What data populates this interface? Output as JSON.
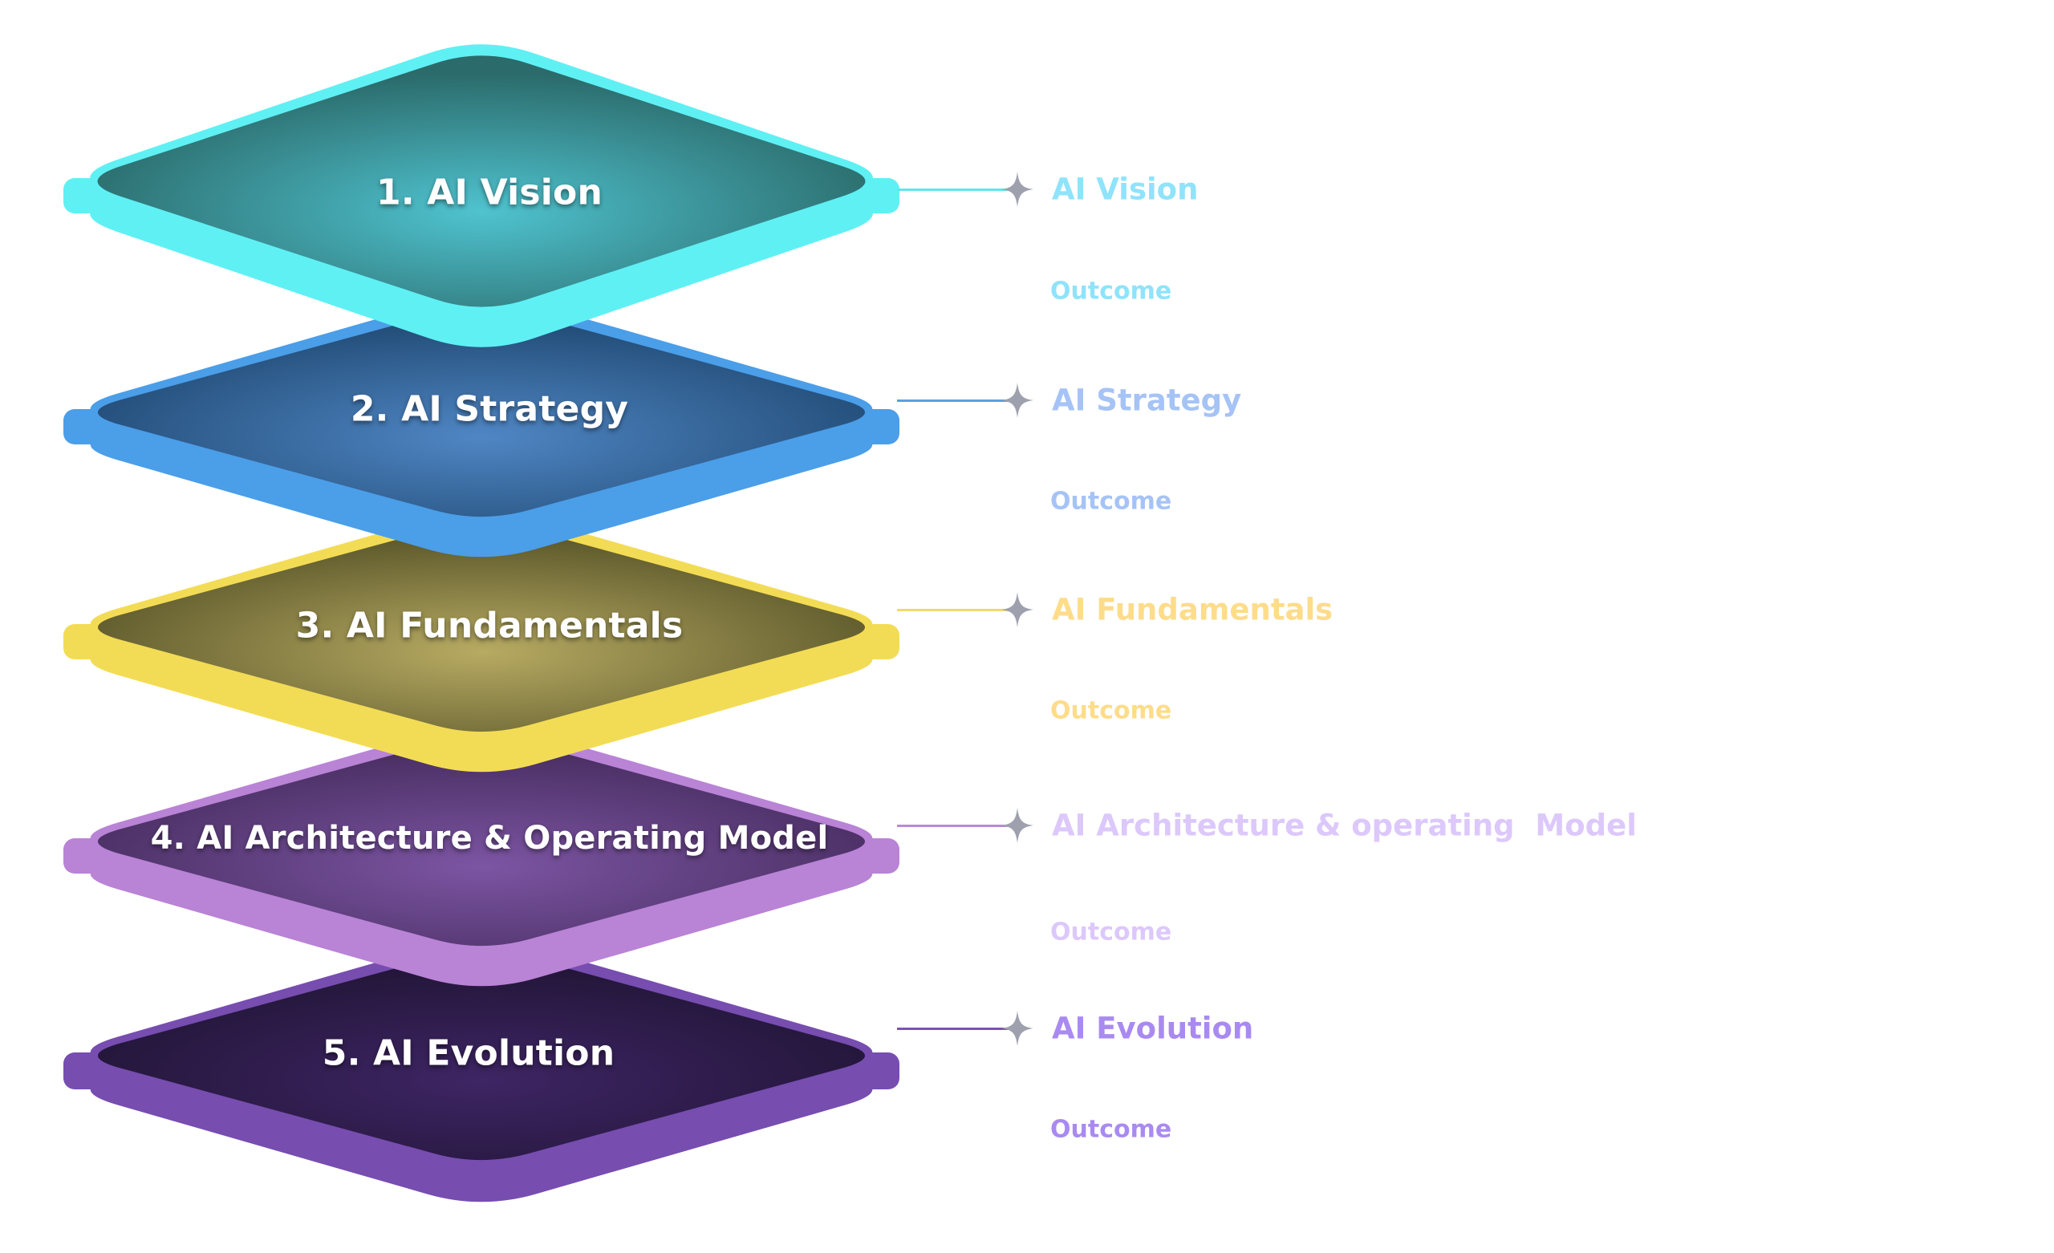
{
  "diagram": {
    "type": "stacked-layers",
    "layers": [
      {
        "title": "1. AI Vision",
        "side_label": "AI Vision",
        "outcome_label": "Outcome",
        "rim_color": "#5ff0f4",
        "face_outer": "#2b6b6b",
        "face_inner": "#4fc3cf",
        "label_color": "#8fe3fb",
        "line_color": "#5ee6ef"
      },
      {
        "title": "2. AI Strategy",
        "side_label": "AI Strategy",
        "outcome_label": "Outcome",
        "rim_color": "#4b9ee8",
        "face_outer": "#234d78",
        "face_inner": "#4f86c4",
        "label_color": "#a6c3f6",
        "line_color": "#58a0e6"
      },
      {
        "title": "3. AI Fundamentals",
        "side_label": "AI Fundamentals",
        "outcome_label": "Outcome",
        "rim_color": "#f3dc55",
        "face_outer": "#5e5a2c",
        "face_inner": "#b7aa62",
        "label_color": "#fddc8a",
        "line_color": "#f2d970"
      },
      {
        "title": "4. AI Architecture & Operating Model",
        "side_label": "AI Architecture & operating  Model",
        "outcome_label": "Outcome",
        "rim_color": "#b983d6",
        "face_outer": "#4a2f63",
        "face_inner": "#7c55a3",
        "label_color": "#dcc8fb",
        "line_color": "#b98ad8"
      },
      {
        "title": "5. AI Evolution",
        "side_label": "AI Evolution",
        "outcome_label": "Outcome",
        "rim_color": "#774db0",
        "face_outer": "#231639",
        "face_inner": "#3e2564",
        "label_color": "#a98af1",
        "line_color": "#7a52b3"
      }
    ],
    "connector_icon": "four-point-star-icon",
    "connector_icon_color": "#9ea1ad"
  }
}
